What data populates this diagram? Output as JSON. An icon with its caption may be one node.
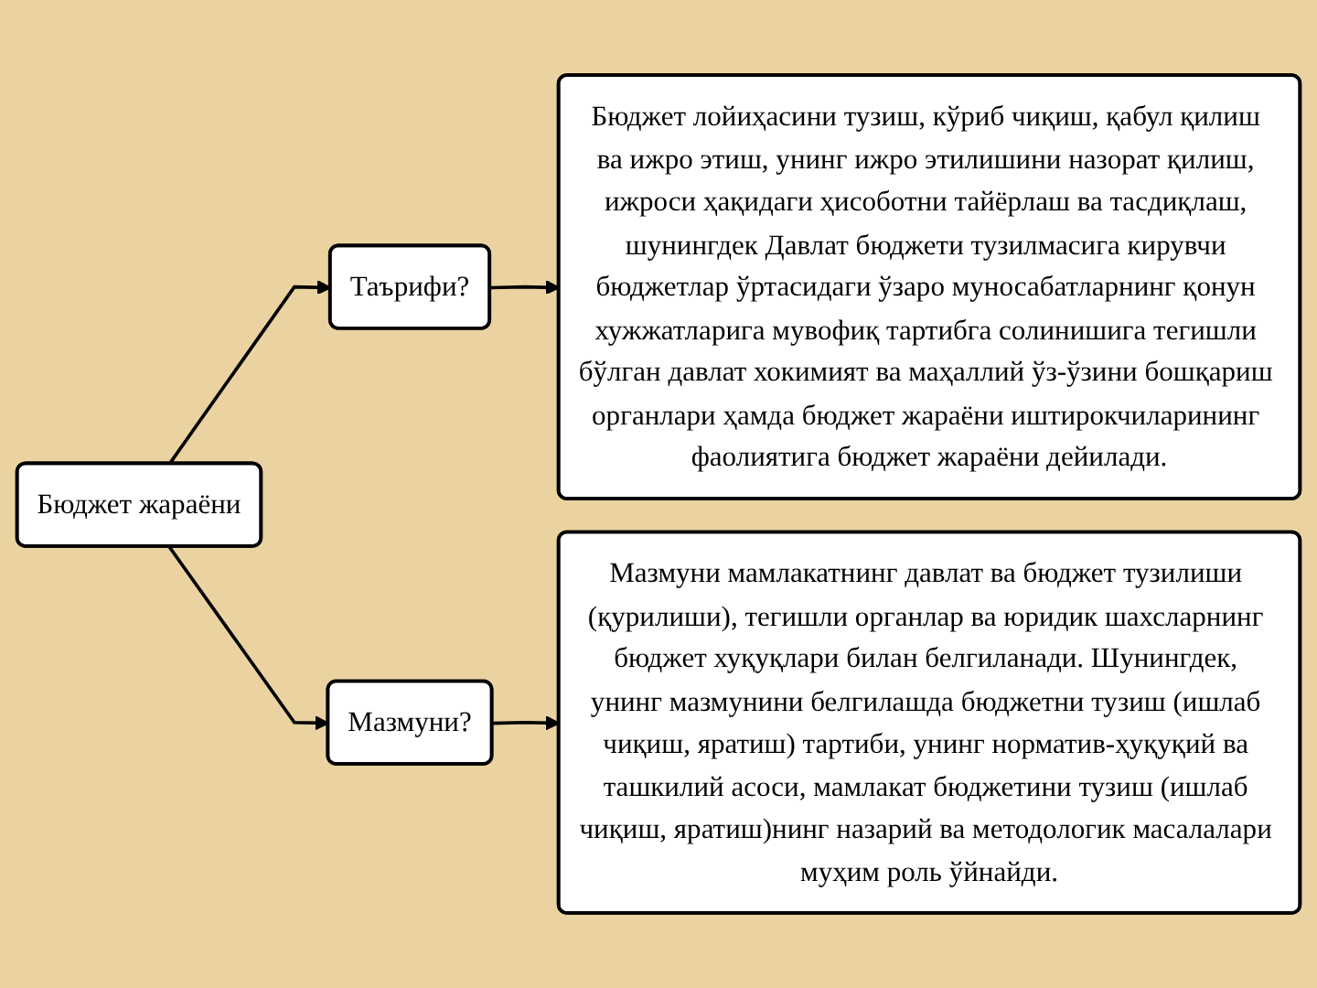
{
  "diagram": {
    "nodes": [
      {
        "text": [
          "Бюджет жараёни"
        ]
      },
      {
        "text": [
          "Таърифи?"
        ]
      },
      {
        "text": [
          "Бюджет лойиҳасини тузиш, кўриб чиқиш, қабул қилиш ва ижро этиш, унинг ижро этилишини назорат қилиш, ижроси ҳақидаги ҳисоботни тайёрлаш ва тасдиқлаш, шунингдек Давлат бюджети тузилмасига кирувчи бюджетлар ўртасидаги ўзаро муносабатларнинг қонун хужжатларига мувофиқ тартибга солинишига тегишли бўлган давлат хокимият ва маҳаллий ўз-ўзини бошқариш органлари ҳамда бюджет жараёни иштирокчиларининг фаолиятига бюджет жараёни дейилади."
        ]
      },
      {
        "text": [
          "Мазмуни?"
        ]
      },
      {
        "text": [
          "Мазмуни мамлакатнинг давлат ва бюджет тузилиши (қурилиши), тегишли органлар ва юридик шахсларнинг бюджет хуқуқлари билан белгиланади. Шунингдек, унинг мазмунини белгилашда бюджетни тузиш (ишлаб чиқиш, яратиш) тартиби, унинг норматив-ҳуқуқий ва ташкилий асоси, мамлакат бюджетини тузиш (ишлаб чиқиш, яратиш)нинг назарий ва методологик масалалари муҳим роль ўйнайди."
        ]
      }
    ],
    "edges": [
      {
        "from": 0,
        "to": 1,
        "arrow": "to"
      },
      {
        "from": 0,
        "to": 3,
        "arrow": "to"
      },
      {
        "from": 1,
        "to": 2,
        "arrow": "to"
      },
      {
        "from": 3,
        "to": 4,
        "arrow": "to"
      }
    ]
  }
}
